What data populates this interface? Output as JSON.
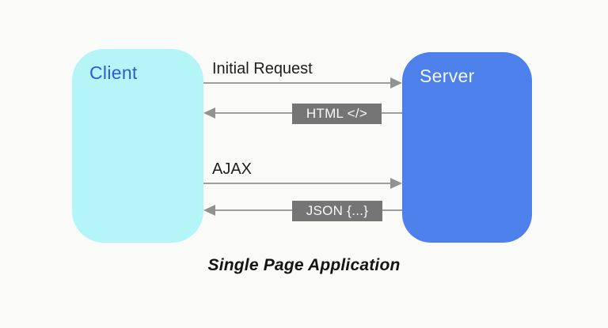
{
  "diagram": {
    "caption": "Single Page Application",
    "nodes": {
      "client": {
        "label": "Client"
      },
      "server": {
        "label": "Server"
      }
    },
    "arrows": {
      "initial_request": {
        "label": "Initial Request",
        "from": "client",
        "to": "server",
        "style": "plain-text-above"
      },
      "html_response": {
        "label": "HTML </>",
        "from": "server",
        "to": "client",
        "style": "boxed"
      },
      "ajax_request": {
        "label": "AJAX",
        "from": "client",
        "to": "server",
        "style": "plain-text-above"
      },
      "json_response": {
        "label": "JSON {...}",
        "from": "server",
        "to": "client",
        "style": "boxed"
      }
    },
    "colors": {
      "background": "#fafaf9",
      "client_fill": "#b4f5f7",
      "client_text": "#2b5cd9",
      "server_fill": "#4e80ec",
      "server_text": "#f4f6f8",
      "arrow_gray": "#9e9e9e",
      "label_box_fill": "#757575",
      "label_box_text": "#fafafa",
      "plain_text": "#1d1d1d"
    }
  }
}
